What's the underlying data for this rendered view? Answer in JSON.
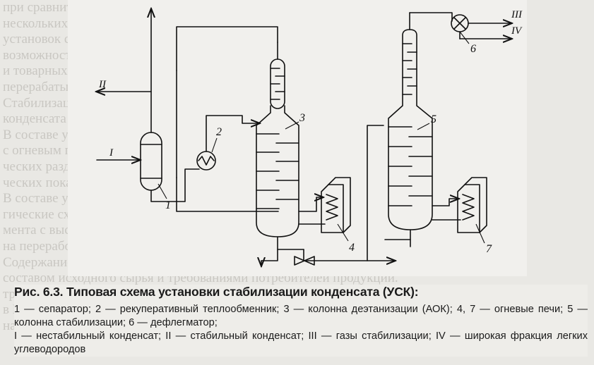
{
  "figure": {
    "title": "Рис. 6.3. Типовая схема установки стабилизации конденсата (УСК):",
    "legend_line_1": "1 — сепаратор; 2 — рекуперативный теплообменник; 3 — колонна деэтанизации (АОК); 4, 7 — огневые печи; 5 — колонна стабилизации; 6 — дефлегматор;",
    "legend_line_2": "I — нестабильный конденсат; II — стабильный конденсат; III — газы стабилизации; IV — широкая фракция легких углеводородов"
  },
  "labels": {
    "separator": "1",
    "heat_exchanger": "2",
    "deethanizer": "3",
    "furnace_a": "4",
    "stabilizer": "5",
    "reflux_condenser": "6",
    "furnace_b": "7",
    "stream_I": "I",
    "stream_II": "II",
    "stream_III": "III",
    "stream_IV": "IV"
  }
}
